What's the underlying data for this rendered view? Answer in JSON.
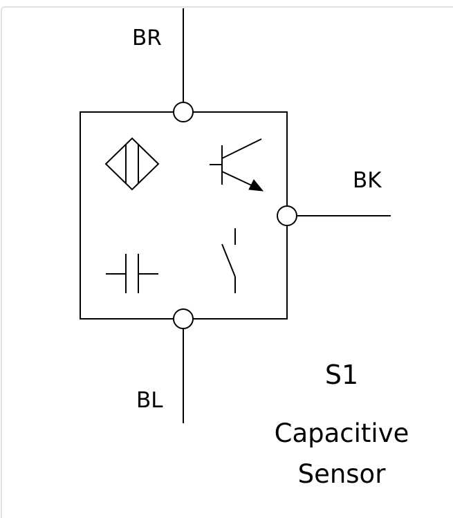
{
  "diagram": {
    "component": {
      "reference": "S1",
      "description_line1": "Capacitive",
      "description_line2": "Sensor"
    },
    "pins": {
      "top": "BR",
      "right": "BK",
      "bottom": "BL"
    },
    "symbols": [
      "capacitive-sensor-diamond-icon",
      "pnp-transistor-icon",
      "capacitor-icon",
      "switch-icon"
    ],
    "colors": {
      "line": "#000000",
      "frame": "#e1e1e1",
      "background": "#ffffff"
    }
  }
}
